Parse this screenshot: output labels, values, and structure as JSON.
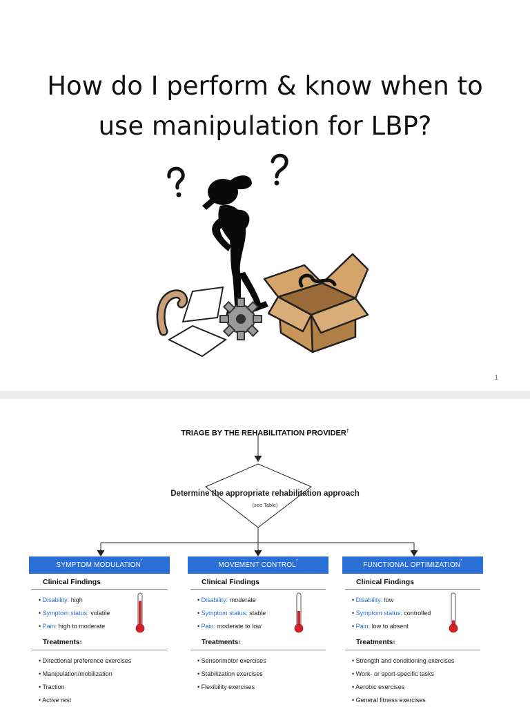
{
  "slide1": {
    "title": "How do I perform & know when to use manipulation for LBP?",
    "page_number": "1"
  },
  "slide2": {
    "triage_title": "TRIAGE BY THE REHABILITATION PROVIDER",
    "triage_mark": "†",
    "decision": "Determine the appropriate rehabilitation approach",
    "decision_note": "(see Table)",
    "panels": [
      {
        "header": "SYMPTOM MODULATION",
        "header_mark": "*",
        "findings_title": "Clinical Findings",
        "findings": [
          {
            "label": "Disability:",
            "value": "high"
          },
          {
            "label": "Symptom status:",
            "value": "volatile"
          },
          {
            "label": "Pain:",
            "value": "high to moderate"
          }
        ],
        "level": 0.85,
        "treatments_title": "Treatments",
        "treatments_mark": "‡",
        "treatments": [
          "Directional preference exercises",
          "Manipulation/mobilization",
          "Traction",
          "Active rest"
        ]
      },
      {
        "header": "MOVEMENT CONTROL",
        "header_mark": "*",
        "findings_title": "Clinical Findings",
        "findings": [
          {
            "label": "Disability:",
            "value": "moderate"
          },
          {
            "label": "Symptom status:",
            "value": "stable"
          },
          {
            "label": "Pain:",
            "value": "moderate to low"
          }
        ],
        "level": 0.5,
        "treatments_title": "Treatments",
        "treatments_mark": "‡",
        "treatments": [
          "Sensorimotor exercises",
          "Stabilization exercises",
          "Flexibility exercises"
        ]
      },
      {
        "header": "FUNCTIONAL OPTIMIZATION",
        "header_mark": "*",
        "findings_title": "Clinical Findings",
        "findings": [
          {
            "label": "Disability:",
            "value": "low"
          },
          {
            "label": "Symptom status:",
            "value": "controlled"
          },
          {
            "label": "Pain:",
            "value": "low to absent"
          }
        ],
        "level": 0.18,
        "treatments_title": "Treatments",
        "treatments_mark": "‡",
        "treatments": [
          "Strength and conditioning exercises",
          "Work- or sport-specific tasks",
          "Aerobic exercises",
          "General fitness exercises"
        ]
      }
    ]
  },
  "colors": {
    "panel_header": "#2a6fd6",
    "label_blue": "#2a6fd6",
    "thermometer_red": "#d2232a",
    "box_brown": "#c8955a"
  },
  "icons": [
    "confused-figure-icon",
    "question-mark-icon",
    "open-box-icon",
    "gear-icon",
    "paper-sheet-icon",
    "thermometer-icon"
  ]
}
